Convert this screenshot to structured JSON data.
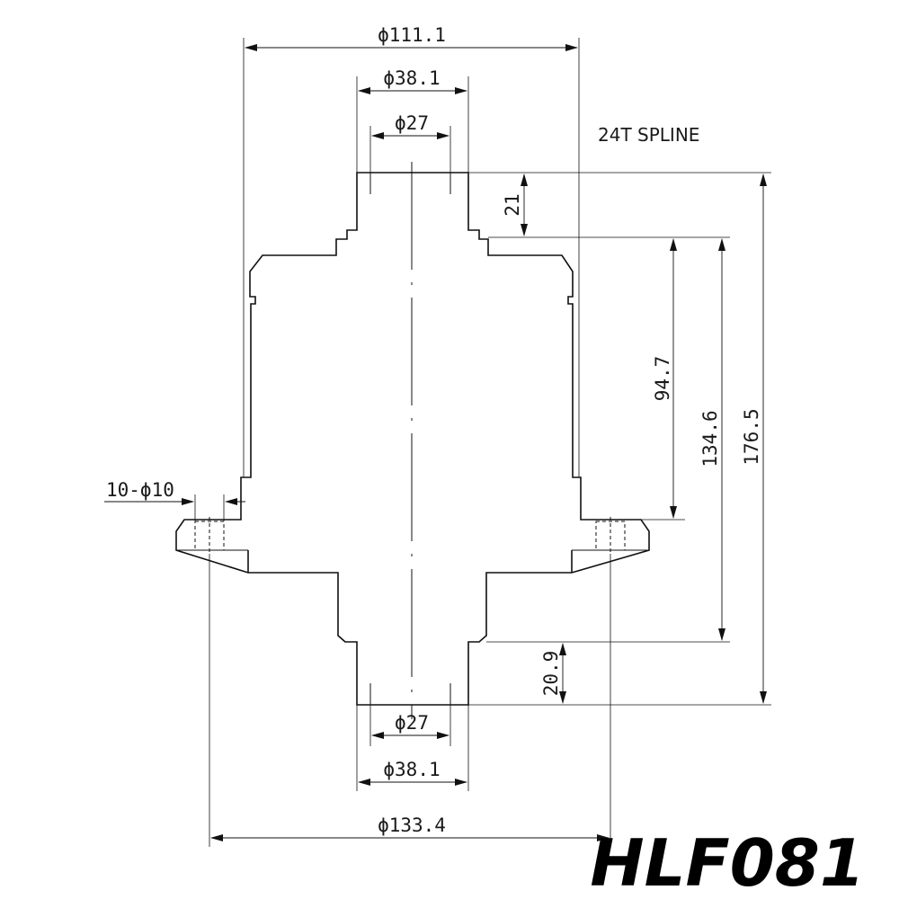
{
  "title": "HLF081",
  "note": "24T SPLINE",
  "dimensions": {
    "top_flange_dia": "ϕ111.1",
    "top_shaft_dia": "ϕ38.1",
    "top_spline_dia": "ϕ27",
    "top_shaft_length": "21",
    "body_to_flange": "94.7",
    "shoulder_height": "134.6",
    "overall_height": "176.5",
    "bottom_shaft_length": "20.9",
    "bolt_holes": "10-ϕ10",
    "bottom_spline_dia": "ϕ27",
    "bottom_shaft_dia": "ϕ38.1",
    "bolt_circle_dia": "ϕ133.4"
  }
}
